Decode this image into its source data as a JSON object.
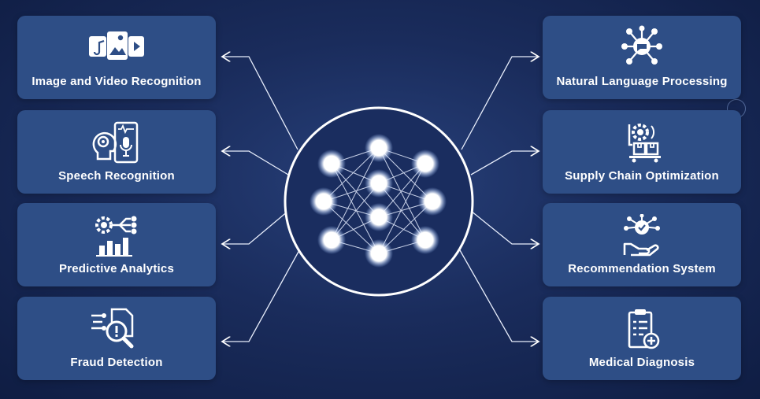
{
  "left_cards": [
    {
      "label": "Image and Video Recognition",
      "icon": "image-video-icon"
    },
    {
      "label": "Speech Recognition",
      "icon": "speech-recognition-icon"
    },
    {
      "label": "Predictive Analytics",
      "icon": "predictive-analytics-icon"
    },
    {
      "label": "Fraud Detection",
      "icon": "fraud-detection-icon"
    }
  ],
  "right_cards": [
    {
      "label": "Natural Language Processing",
      "icon": "nlp-network-icon"
    },
    {
      "label": "Supply Chain Optimization",
      "icon": "supply-chain-icon"
    },
    {
      "label": "Recommendation System",
      "icon": "recommendation-hand-icon"
    },
    {
      "label": "Medical Diagnosis",
      "icon": "medical-clipboard-icon"
    }
  ],
  "center": {
    "icon": "neural-network-icon"
  },
  "colors": {
    "card": "#2e4e86",
    "line": "#ffffff",
    "node_glow": "#9fc3ff"
  }
}
